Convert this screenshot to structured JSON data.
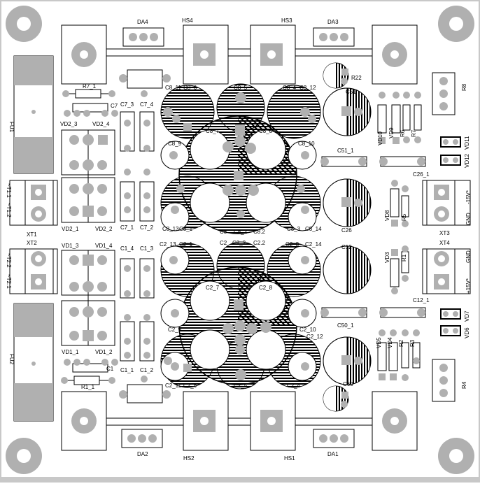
{
  "board": {
    "colors": {
      "pad": "#b0b0b0",
      "outline": "#000000",
      "text": "#000000",
      "edge": "#c8c8c8",
      "background": "#ffffff"
    },
    "labels": {
      "DA4": "DA4",
      "HS4": "HS4",
      "HS3": "HS3",
      "DA3": "DA3",
      "DA2": "DA2",
      "HS2": "HS2",
      "HS1": "HS1",
      "DA1": "DA1",
      "FU1": "FU1",
      "FU2": "FU2",
      "XT1": "XT1",
      "XT2": "XT2",
      "XT3": "XT3",
      "XT4": "XT4",
      "R8": "R8",
      "R4": "R4",
      "R7_1": "R7_1",
      "R1_1": "R1_1",
      "C7": "C7",
      "C1": "C1",
      "C7_3": "C7_3",
      "C7_4": "C7_4",
      "C7_1": "C7_1",
      "C7_2": "C7_2",
      "C1_4": "C1_4",
      "C1_3": "C1_3",
      "C1_1": "C1_1",
      "C1_2": "C1_2",
      "C8_11": "C8_11",
      "C8_6": "C8_6",
      "C8_5": "C8_5",
      "C8_4": "C8_4",
      "C8_12": "C8_12",
      "C8_7": "C8_7",
      "C8_8": "C8_8",
      "C8_9": "C8_9",
      "C8_10": "C8_10",
      "C8_13": "C8_13",
      "C8_1": "C8_1",
      "C8_3": "C8_3",
      "C8_14": "C8_14",
      "C8": "C8",
      "C8_2": "C8_2",
      "C8.2": "C8.2",
      "C2_13": "C2_13",
      "C2_1": "C2_1",
      "C2": "C2",
      "C2_2": "C2_2",
      "C2.2": "C2.2",
      "C2_3": "C2_3",
      "C2_14": "C2_14",
      "C2_7": "C2_7",
      "C2_8": "C2_8",
      "C2_9": "C2_9",
      "C2_10": "C2_10",
      "C2_12": "C2_12",
      "C2_11": "C2_11",
      "C2_6": "C2_6",
      "C2_5": "C2_5",
      "C2_4": "C2_4",
      "C51": "C51",
      "C51_1": "C51_1",
      "C26": "C26",
      "C26_1": "C26_1",
      "C12": "C12",
      "C12_1": "C12_1",
      "C50_1": "C50_1",
      "C50": "C50",
      "C60": "C60",
      "VD2_3": "VD2_3",
      "VD2_4": "VD2_4",
      "VD2_1": "VD2_1",
      "VD2_2": "VD2_2",
      "VD1_3": "VD1_3",
      "VD1_4": "VD1_4",
      "VD1_1": "VD1_1",
      "VD1_2": "VD1_2",
      "VD10": "VD10",
      "VD9": "VD9",
      "R6": "R6",
      "R7": "R7",
      "VD12": "VD12",
      "VD11": "VD11",
      "VD8": "VD8",
      "R5": "R5",
      "VD3": "VD3",
      "R1": "R1",
      "VD7": "VD7",
      "VD6": "VD6",
      "VD5": "VD5",
      "VD4": "VD4",
      "R2": "R2",
      "R3": "R3",
      "R22": "R22",
      "R6b": "R6",
      "xt1_a": "~T1.1",
      "xt1_b": "~T1.2",
      "xt2_a": "~T2.2",
      "xt2_b": "~T2.1",
      "xt3_a": "-15V*",
      "xt3_b": "GND",
      "xt4_a": "GND",
      "xt4_b": "+15V*"
    }
  }
}
